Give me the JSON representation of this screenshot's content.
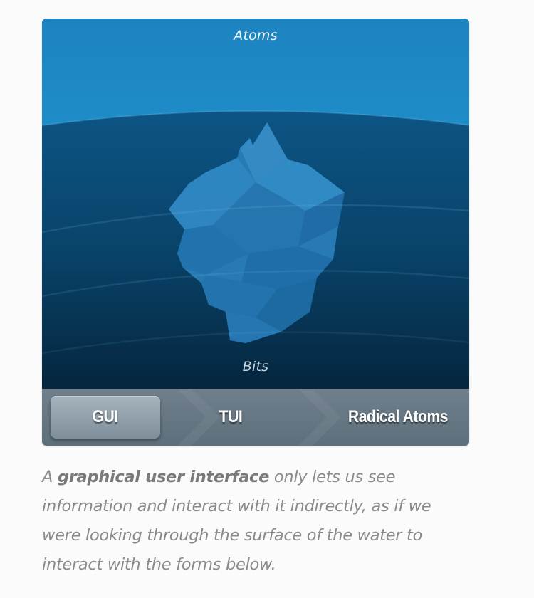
{
  "scene": {
    "top_label": "Atoms",
    "bottom_label": "Bits"
  },
  "tabs": [
    {
      "label": "GUI",
      "selected": true
    },
    {
      "label": "TUI",
      "selected": false
    },
    {
      "label": "Radical Atoms",
      "selected": false
    }
  ],
  "caption": {
    "prefix": "A ",
    "emphasis": "graphical user interface",
    "body": " only lets us see information and interact with it indirectly, as if we were looking through the surface of the water to interact with the forms below."
  },
  "colors": {
    "sky": "#1f8fc6",
    "water": "#0a4a72",
    "iceberg": "#2b82bd",
    "tabbar": "#67777f",
    "caption_text": "#8a8a8a"
  }
}
